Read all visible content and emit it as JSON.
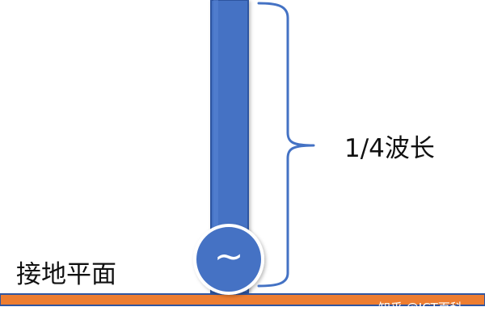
{
  "diagram": {
    "wavelength_label": "1/4波长",
    "ground_plane_label": "接地平面",
    "source_symbol": "~",
    "watermark": "知乎 @ICT百科",
    "colors": {
      "antenna_fill": "#4472c4",
      "antenna_edge": "#2f55a0",
      "ground_plane": "#ed7d31",
      "ground_plane_border": "#2f55a0",
      "source_fill": "#4472c4",
      "source_outline": "#ffffff",
      "bracket_stroke": "#4472c4",
      "text": "#111111"
    },
    "icons": {
      "source": "ac-source-icon",
      "bracket": "curly-brace-icon"
    }
  }
}
